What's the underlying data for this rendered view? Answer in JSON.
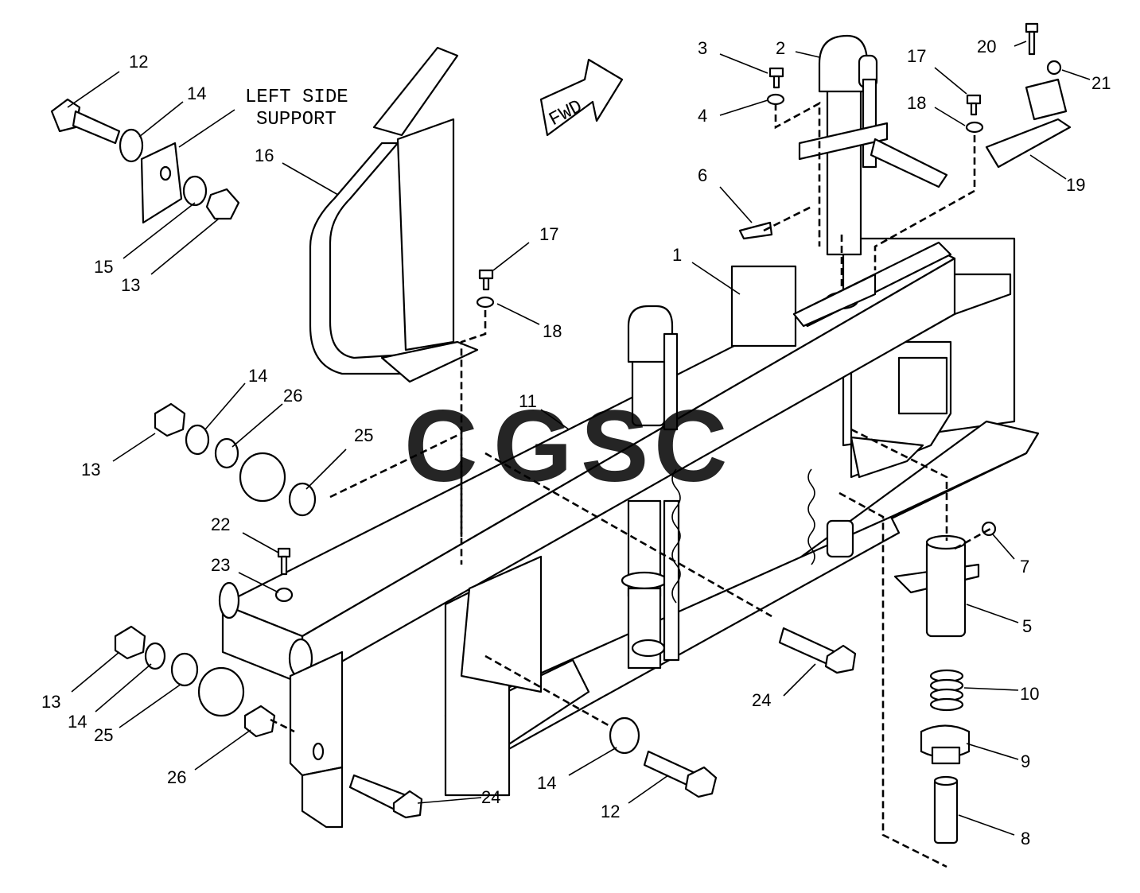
{
  "diagram": {
    "note": "LEFT SIDE SUPPORT",
    "direction_arrow_label": "FWD",
    "watermark": {
      "letters": [
        "C",
        "G",
        "S",
        "C"
      ],
      "colors": [
        "#4a86e8",
        "#e06666",
        "#f1c232",
        "#3d9970"
      ]
    },
    "callouts": [
      "12",
      "14",
      "16",
      "15",
      "13",
      "17",
      "18",
      "14",
      "26",
      "13",
      "25",
      "11",
      "22",
      "23",
      "13",
      "14",
      "25",
      "26",
      "24",
      "14",
      "12",
      "3",
      "2",
      "4",
      "6",
      "1",
      "17",
      "18",
      "20",
      "21",
      "19",
      "7",
      "5",
      "10",
      "24",
      "9",
      "8"
    ]
  }
}
